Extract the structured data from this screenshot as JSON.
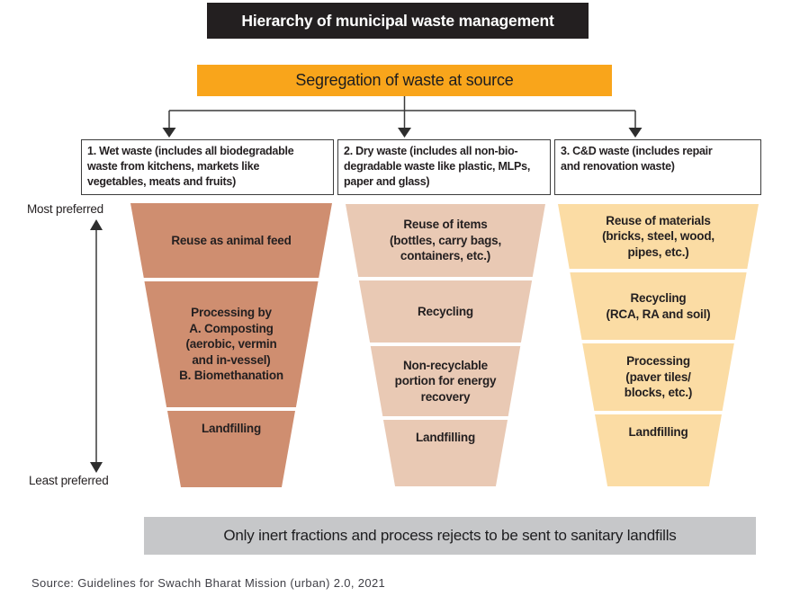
{
  "header": {
    "title": "Hierarchy of municipal waste management",
    "segregation_banner": "Segregation of waste at source"
  },
  "preference_axis": {
    "most": "Most preferred",
    "least": "Least preferred"
  },
  "categories": [
    {
      "label": "1. Wet waste (includes all biodegradable\nwaste from kitchens, markets like\nvegetables, meats and fruits)",
      "color": "#CF8E70",
      "steps": [
        "Reuse as animal feed",
        "Processing by\nA. Composting\n(aerobic, vermin\nand in-vessel)\nB. Biomethanation",
        "Landfilling"
      ]
    },
    {
      "label": "2. Dry waste (includes all non-bio-\ndegradable waste like plastic, MLPs,\npaper and glass)",
      "color": "#E9C9B4",
      "steps": [
        "Reuse of items\n(bottles, carry bags,\ncontainers, etc.)",
        "Recycling",
        "Non-recyclable\nportion for energy\nrecovery",
        "Landfilling"
      ]
    },
    {
      "label": "3. C&D waste (includes repair\nand renovation waste)",
      "color": "#FBDCA4",
      "steps": [
        "Reuse of materials\n(bricks, steel, wood,\npipes, etc.)",
        "Recycling\n(RCA, RA and soil)",
        "Processing\n(paver tiles/\nblocks, etc.)",
        "Landfilling"
      ]
    }
  ],
  "footer": {
    "note": "Only inert fractions and process rejects to be sent to sanitary landfills",
    "source": "Source: Guidelines for Swachh Bharat Mission (urban) 2.0, 2021"
  },
  "colors": {
    "title_bg": "#231F20",
    "segregation_bg": "#F9A51B",
    "note_bg": "#C6C7C9",
    "arrow": "#3A3A3A"
  }
}
